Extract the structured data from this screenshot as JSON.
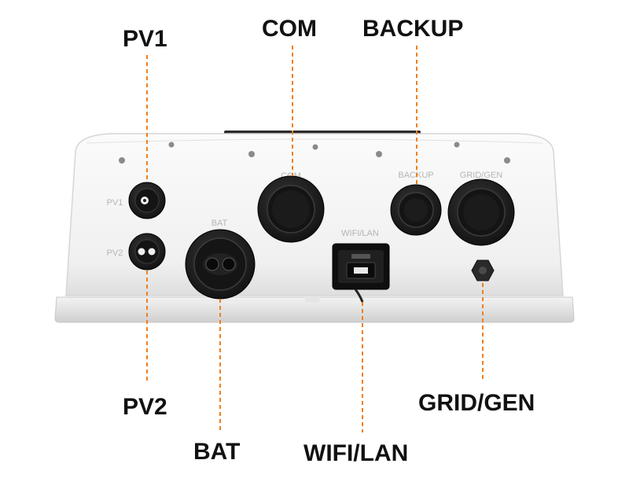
{
  "callouts": {
    "pv1": "PV1",
    "com": "COM",
    "backup": "BACKUP",
    "pv2": "PV2",
    "bat": "BAT",
    "wifi_lan": "WIFI/LAN",
    "grid_gen": "GRID/GEN"
  },
  "panel_labels": {
    "pv1": "PV1",
    "pv2": "PV2",
    "bat": "BAT",
    "com": "COM",
    "wifi_lan": "WIFI/LAN",
    "backup": "BACKUP",
    "grid_gen": "GRID/GEN"
  },
  "colors": {
    "leader_line": "#f07f1e",
    "housing": "#f2f2f2",
    "connector": "#1a1a1a",
    "callout_text": "#111111",
    "panel_text": "#b5b5b5"
  }
}
